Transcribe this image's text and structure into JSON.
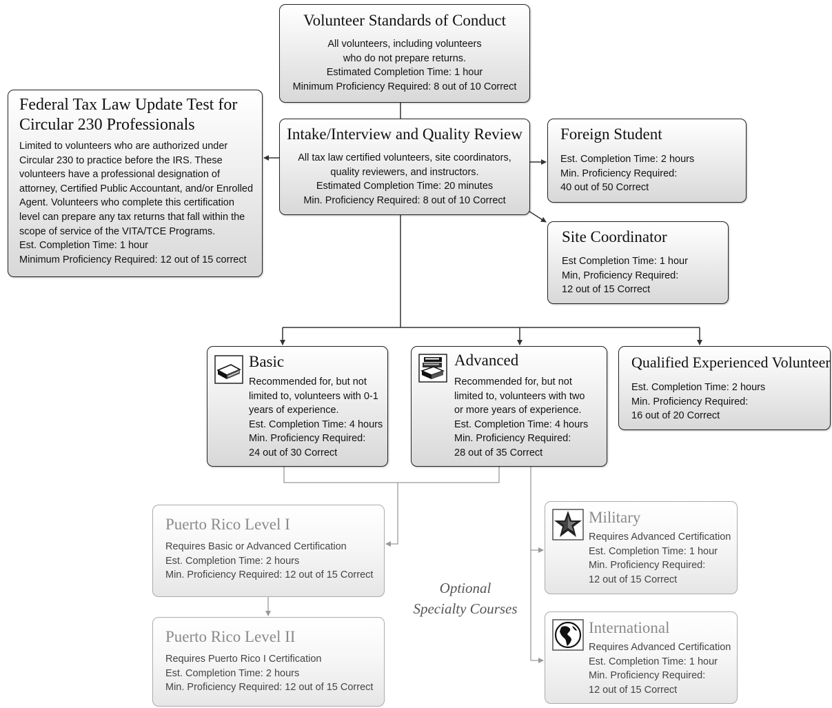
{
  "boxes": {
    "standards": {
      "title": "Volunteer Standards of Conduct",
      "lines": [
        "All volunteers, including volunteers",
        "who do not prepare returns.",
        "Estimated Completion Time: 1 hour",
        "Minimum Proficiency Required: 8 out of 10 Correct"
      ]
    },
    "federal": {
      "title_line1": "Federal Tax Law Update Test for",
      "title_line2": "Circular 230 Professionals",
      "lines": [
        "Limited to volunteers who are authorized under",
        "Circular 230 to practice before the IRS. These",
        "volunteers have a professional designation of",
        "attorney, Certified Public Accountant, and/or Enrolled",
        "Agent. Volunteers who complete this certification",
        "level can prepare any tax returns that fall within the",
        "scope of service of the VITA/TCE Programs.",
        "Est. Completion Time: 1 hour",
        "Minimum Proficiency Required: 12 out of 15 correct"
      ]
    },
    "intake": {
      "title": "Intake/Interview and Quality Review",
      "lines": [
        "All tax law certified volunteers, site coordinators,",
        "quality reviewers, and instructors.",
        "Estimated Completion Time: 20 minutes",
        "Min. Proficiency Required: 8 out of 10 Correct"
      ]
    },
    "foreign": {
      "title": "Foreign Student",
      "lines": [
        "Est. Completion Time: 2 hours",
        "Min. Proficiency Required:",
        "40 out of 50 Correct"
      ]
    },
    "site": {
      "title": "Site Coordinator",
      "lines": [
        "Est Completion Time: 1 hour",
        "Min, Proficiency Required:",
        "12 out of 15 Correct"
      ]
    },
    "basic": {
      "title": "Basic",
      "icon": "book-icon",
      "lines": [
        "Recommended for, but not",
        "limited to, volunteers with 0-1",
        "years of experience.",
        "Est. Completion Time: 4 hours",
        "Min. Proficiency Required:",
        "24 out of 30 Correct"
      ]
    },
    "advanced": {
      "title": "Advanced",
      "icon": "stacked-books-icon",
      "lines": [
        "Recommended for, but not",
        "limited to, volunteers with two",
        "or more years of experience.",
        "Est. Completion Time: 4 hours",
        "Min. Proficiency Required:",
        "28 out of 35 Correct"
      ]
    },
    "qev": {
      "title": "Qualified Experienced Volunteer",
      "lines": [
        "Est. Completion Time: 2 hours",
        "Min. Proficiency Required:",
        "16 out of 20 Correct"
      ]
    },
    "pr1": {
      "title": "Puerto Rico Level I",
      "lines": [
        "Requires Basic or Advanced Certification",
        "Est. Completion Time: 2 hours",
        "Min. Proficiency Required: 12 out of 15 Correct"
      ]
    },
    "pr2": {
      "title": "Puerto Rico Level II",
      "lines": [
        "Requires Puerto Rico I Certification",
        "Est. Completion Time: 2 hours",
        "Min. Proficiency Required: 12 out of 15 Correct"
      ]
    },
    "military": {
      "title": "Military",
      "icon": "star-icon",
      "lines": [
        "Requires Advanced Certification",
        "Est. Completion Time: 1 hour",
        "Min. Proficiency Required:",
        "12 out of 15 Correct"
      ]
    },
    "international": {
      "title": "International",
      "icon": "globe-icon",
      "lines": [
        "Requires Advanced Certification",
        "Est. Completion Time: 1 hour",
        "Min. Proficiency Required:",
        "12 out of 15 Correct"
      ]
    }
  },
  "optional_label": {
    "line1": "Optional",
    "line2": "Specialty Courses"
  }
}
